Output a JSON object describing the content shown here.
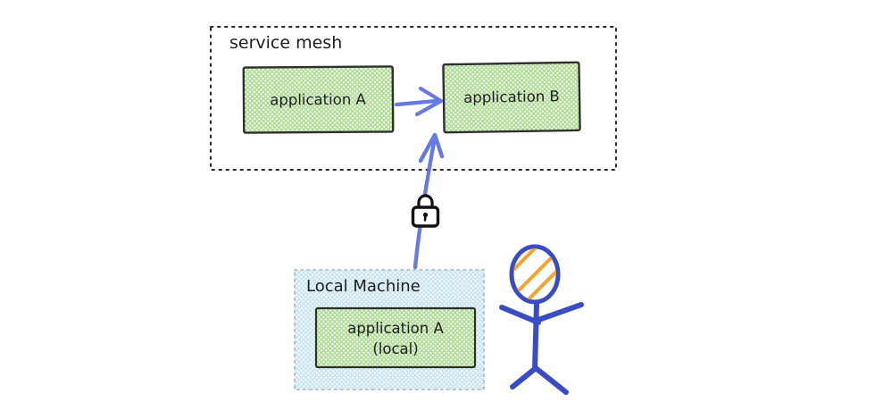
{
  "service_mesh": {
    "label": "service mesh"
  },
  "app_a": {
    "label": "application A"
  },
  "app_b": {
    "label": "application B"
  },
  "local_machine": {
    "label": "Local Machine"
  },
  "app_a_local": {
    "line1": "application A",
    "line2": "(local)"
  },
  "icons": {
    "lock": "lock-icon",
    "person": "stick-figure-person-icon",
    "arrow_a_to_b": "arrow-right-icon",
    "arrow_local_to_b": "arrow-up-icon"
  },
  "colors": {
    "arrow_blue": "#5b6ee0",
    "figure_blue": "#3a4cc4",
    "green_hatch": "#a9dc8e",
    "box_border": "#2f2f2f",
    "local_hatch": "#c6e4f2",
    "local_border": "#adbfc9",
    "mesh_border": "#2b2b2b",
    "head_hatch_orange": "#f4a42c",
    "lock_black": "#101010",
    "text": "#1d1d1d",
    "background": "#ffffff"
  }
}
